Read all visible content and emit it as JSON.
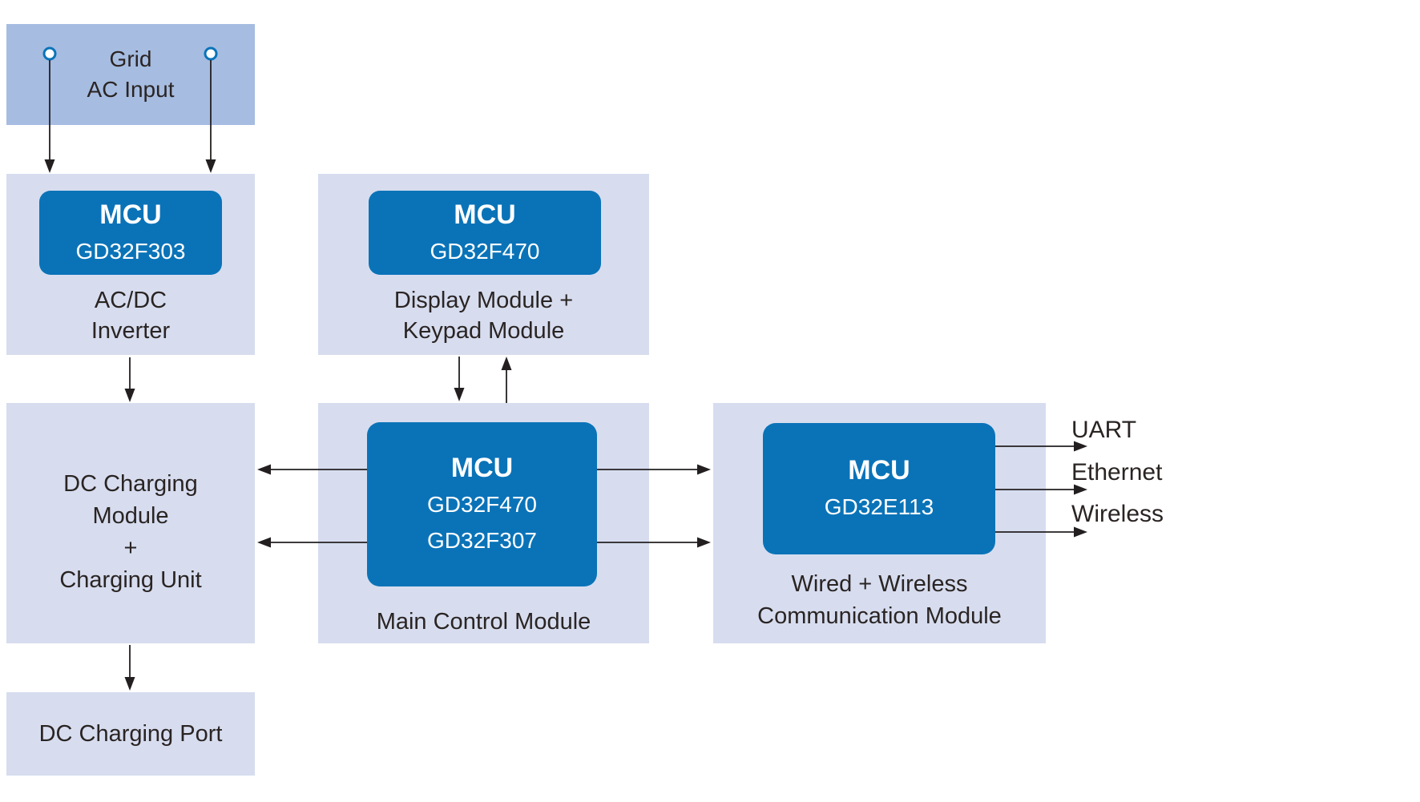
{
  "colors": {
    "mcu_blue": "#0a73b8",
    "module_bg": "#d7ddef",
    "grid_bg": "#a6bce1",
    "line": "#231f20",
    "text": "#2a2423",
    "chip_text": "#ffffff"
  },
  "grid_input": {
    "line1": "Grid",
    "line2": "AC Input"
  },
  "acdc_module": {
    "chip_title": "MCU",
    "chip_part": "GD32F303",
    "label_line1": "AC/DC",
    "label_line2": "Inverter"
  },
  "display_module": {
    "chip_title": "MCU",
    "chip_part": "GD32F470",
    "label_line1": "Display Module +",
    "label_line2": "Keypad Module"
  },
  "dc_charging_module": {
    "line1": "DC Charging",
    "line2": "Module",
    "line3": "+",
    "line4": "Charging Unit"
  },
  "main_control_module": {
    "chip_title": "MCU",
    "chip_part1": "GD32F470",
    "chip_part2": "GD32F307",
    "label": "Main Control Module"
  },
  "comm_module": {
    "chip_title": "MCU",
    "chip_part": "GD32E113",
    "label_line1": "Wired + Wireless",
    "label_line2": "Communication Module"
  },
  "dc_port": {
    "label": "DC Charging Port"
  },
  "outputs": [
    "UART",
    "Ethernet",
    "Wireless"
  ]
}
